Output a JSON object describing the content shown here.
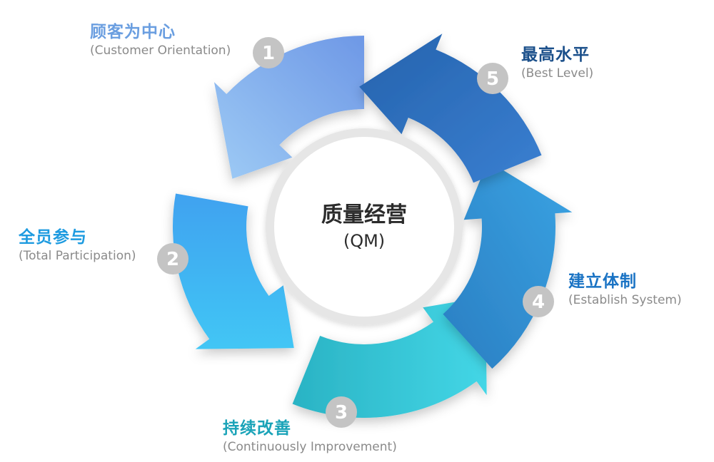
{
  "center": {
    "title": "质量经营",
    "subtitle": "(QM)"
  },
  "steps": [
    {
      "number": "1",
      "title": "顾客为中心",
      "subtitle": "(Customer Orientation)",
      "color": "#7aa7e6"
    },
    {
      "number": "2",
      "title": "全员参与",
      "subtitle": "(Total Participation)",
      "color": "#1e9be0"
    },
    {
      "number": "3",
      "title": "持续改善",
      "subtitle": "(Continuously Improvement)",
      "color": "#1aa3b8"
    },
    {
      "number": "4",
      "title": "建立体制",
      "subtitle": "(Establish System)",
      "color": "#1a73c4"
    },
    {
      "number": "5",
      "title": "最高水平",
      "subtitle": "(Best Level)",
      "color": "#1a4f8a"
    }
  ],
  "colors": {
    "arrow1": [
      "#9ecbf5",
      "#6e98e6"
    ],
    "arrow2": [
      "#3fa2f0",
      "#42c6f5"
    ],
    "arrow3": [
      "#2ab3c4",
      "#43d6e6"
    ],
    "arrow4": [
      "#2a7ec2",
      "#3aa3e3"
    ],
    "arrow5": [
      "#2563ad",
      "#3a7fd1"
    ],
    "badge": "#c4c4c4",
    "ring": "#e6e6e6"
  }
}
